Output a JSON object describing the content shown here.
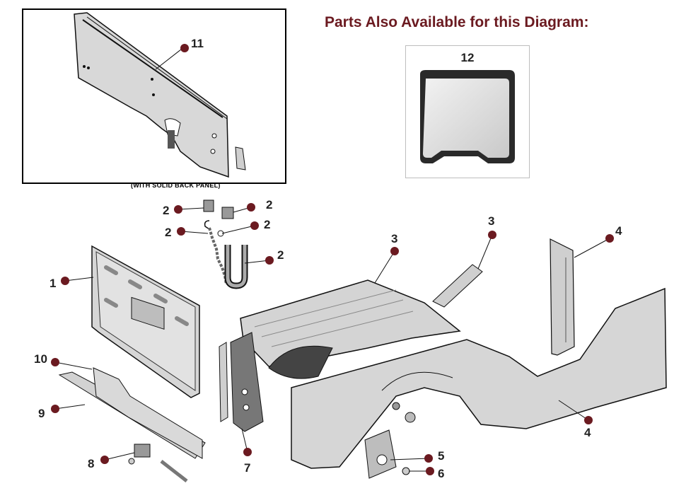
{
  "heading": "Parts Also Available for this Diagram:",
  "inset": {
    "caption": "(WITH SOLID BACK PANEL)",
    "callout": "11"
  },
  "extra_part": {
    "callout": "12"
  },
  "callouts": {
    "c1": "1",
    "c2a": "2",
    "c2b": "2",
    "c2c": "2",
    "c2d": "2",
    "c2e": "2",
    "c3a": "3",
    "c3b": "3",
    "c4a": "4",
    "c4b": "4",
    "c5": "5",
    "c6": "6",
    "c7": "7",
    "c8": "8",
    "c9": "9",
    "c10": "10"
  },
  "colors": {
    "dot": "#6b1a20",
    "heading": "#6b1a20",
    "metal": "#d9d9d9",
    "line": "#222222"
  }
}
